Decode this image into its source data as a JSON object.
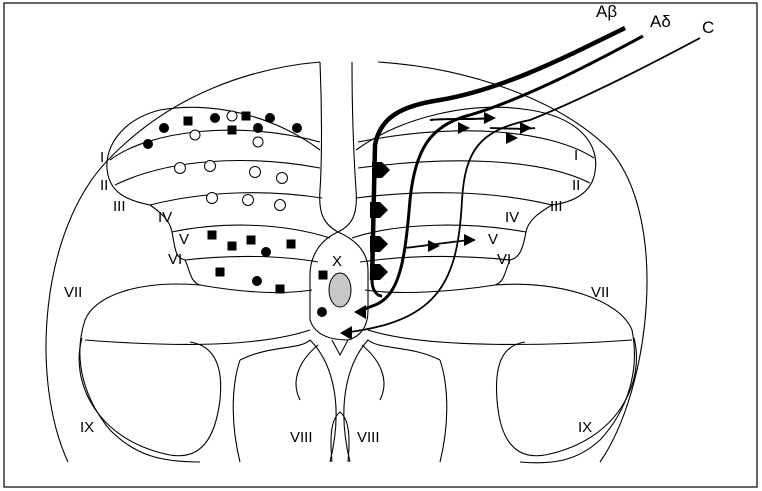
{
  "laminae": {
    "I": "I",
    "II": "II",
    "III": "III",
    "IV": "IV",
    "V": "V",
    "VI": "VI",
    "VII": "VII",
    "VIII": "VIII",
    "IX": "IX",
    "X": "X"
  },
  "fibers": {
    "abeta": "Aβ",
    "adelta": "Aδ",
    "c": "C"
  },
  "colors": {
    "ink": "#000000",
    "paper": "#ffffff",
    "nucleus_fill": "#c8c8c8"
  }
}
